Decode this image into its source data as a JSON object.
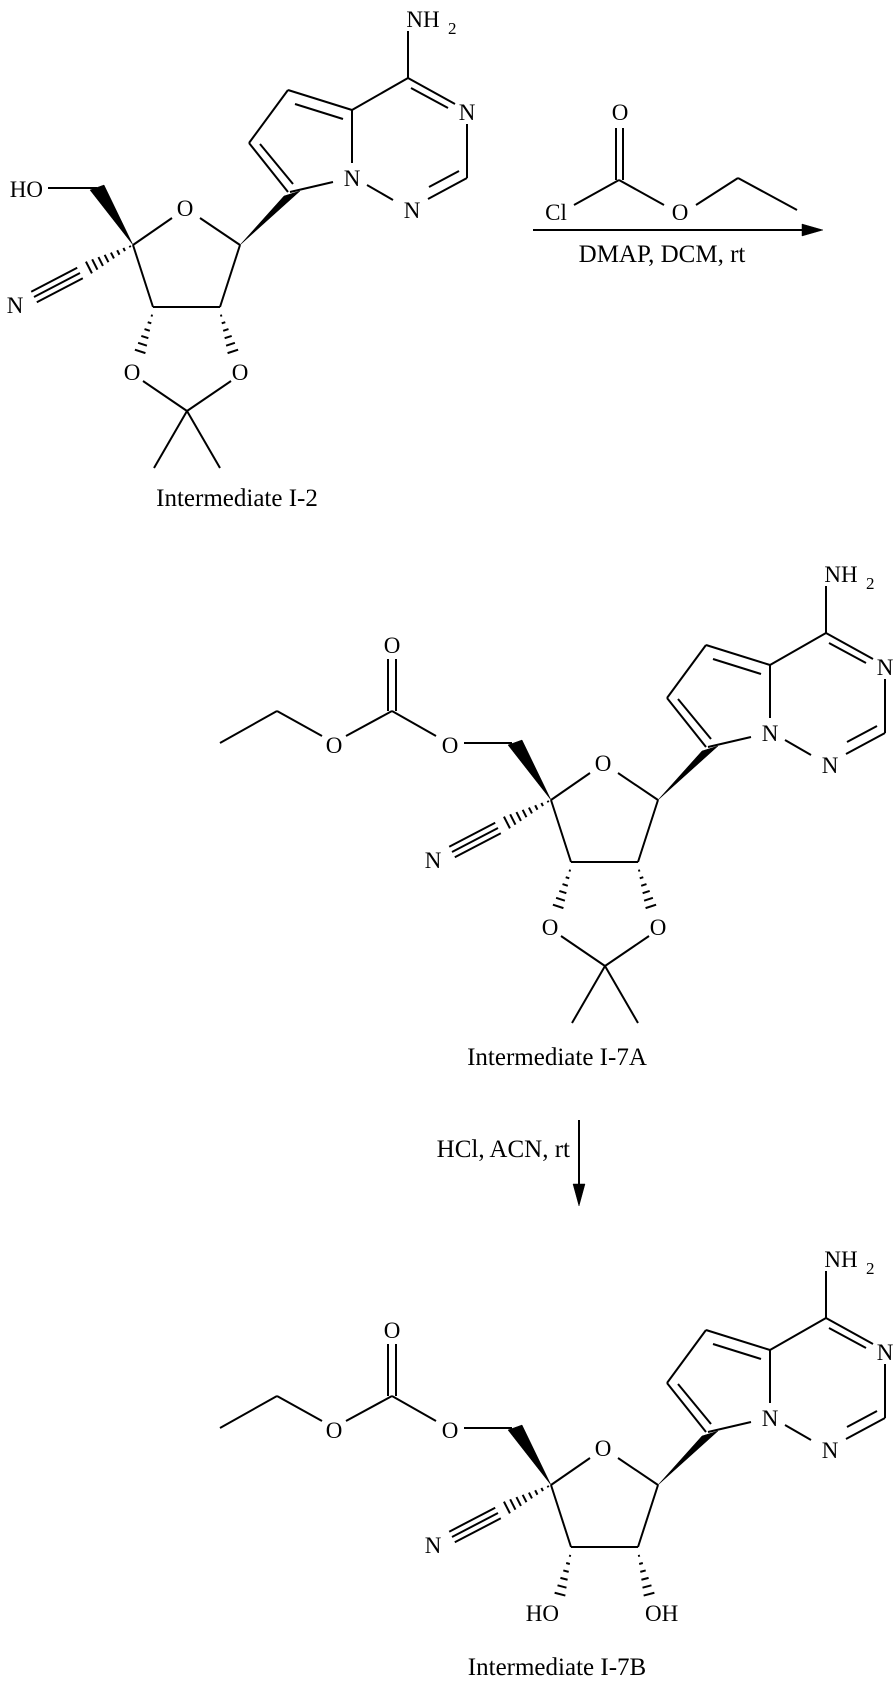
{
  "compounds": [
    {
      "caption": "Intermediate I-2",
      "labels": {
        "amine": "NH",
        "amine_sub": "2",
        "n3": "N",
        "n1": "N",
        "n_bridge": "N",
        "ring_o": "O",
        "nitrile_n": "N",
        "hydroxyl": "HO",
        "acetonide_o_left": "O",
        "acetonide_o_right": "O"
      }
    },
    {
      "caption": "Intermediate I-7A",
      "labels": {
        "amine": "NH",
        "amine_sub": "2",
        "n3": "N",
        "n1": "N",
        "n_bridge": "N",
        "ring_o": "O",
        "nitrile_n": "N",
        "ester_o": "O",
        "carbonyl_o": "O",
        "link_o": "O",
        "acetonide_o_left": "O",
        "acetonide_o_right": "O"
      }
    },
    {
      "caption": "Intermediate I-7B",
      "labels": {
        "amine": "NH",
        "amine_sub": "2",
        "n3": "N",
        "n1": "N",
        "n_bridge": "N",
        "ring_o": "O",
        "nitrile_n": "N",
        "ester_o": "O",
        "carbonyl_o": "O",
        "link_o": "O",
        "hydroxyl_left": "HO",
        "hydroxyl_right": "OH"
      }
    }
  ],
  "step1": {
    "reagent": {
      "chlorine": "Cl",
      "carbonyl_o": "O",
      "ester_o": "O"
    },
    "conditions": "DMAP, DCM, rt",
    "arrow_direction": "right"
  },
  "step2": {
    "conditions": "HCl, ACN, rt",
    "arrow_direction": "down"
  }
}
